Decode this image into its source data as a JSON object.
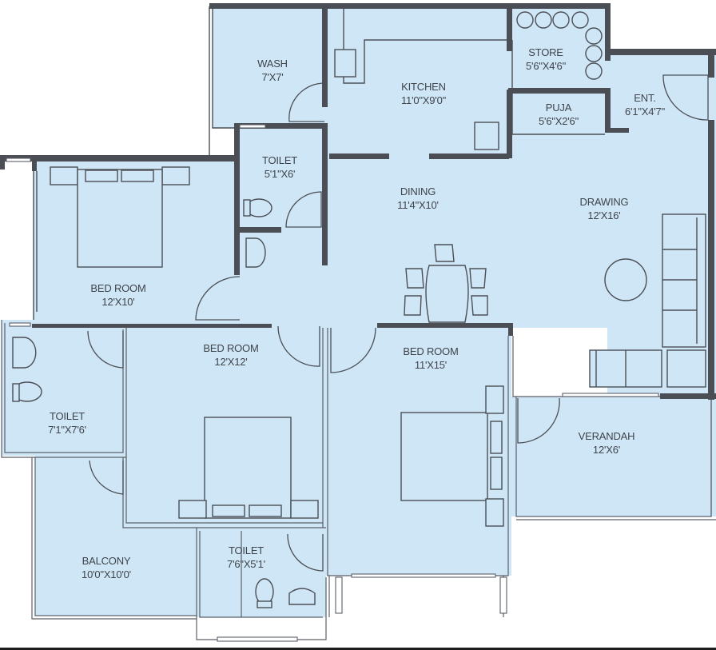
{
  "plan": {
    "type": "apartment floor plan",
    "colors": {
      "room_fill": "#cfe6f7",
      "wall": "#4b4f55",
      "text": "#3f444a",
      "background": "#ffffff"
    },
    "rooms": [
      {
        "id": "wash",
        "name": "WASH",
        "size": "7'X7'"
      },
      {
        "id": "kitchen",
        "name": "KITCHEN",
        "size": "11'0\"X9'0\""
      },
      {
        "id": "store",
        "name": "STORE",
        "size": "5'6\"X4'6\""
      },
      {
        "id": "puja",
        "name": "PUJA",
        "size": "5'6\"X2'6\""
      },
      {
        "id": "entrance",
        "name": "ENT.",
        "size": "6'1\"X4'7\""
      },
      {
        "id": "toilet-1",
        "name": "TOILET",
        "size": "5'1\"X6'"
      },
      {
        "id": "dining",
        "name": "DINING",
        "size": "11'4\"X10'"
      },
      {
        "id": "drawing",
        "name": "DRAWING",
        "size": "12'X16'"
      },
      {
        "id": "bedroom-1",
        "name": "BED ROOM",
        "size": "12'X10'"
      },
      {
        "id": "bedroom-2",
        "name": "BED ROOM",
        "size": "12'X12'"
      },
      {
        "id": "bedroom-3",
        "name": "BED ROOM",
        "size": "11'X15'"
      },
      {
        "id": "toilet-2",
        "name": "TOILET",
        "size": "7'1\"X7'6'"
      },
      {
        "id": "verandah",
        "name": "VERANDAH",
        "size": "12'X6'"
      },
      {
        "id": "balcony",
        "name": "BALCONY",
        "size": "10'0\"X10'0'"
      },
      {
        "id": "toilet-3",
        "name": "TOILET",
        "size": "7'6\"X5'1'"
      }
    ]
  }
}
